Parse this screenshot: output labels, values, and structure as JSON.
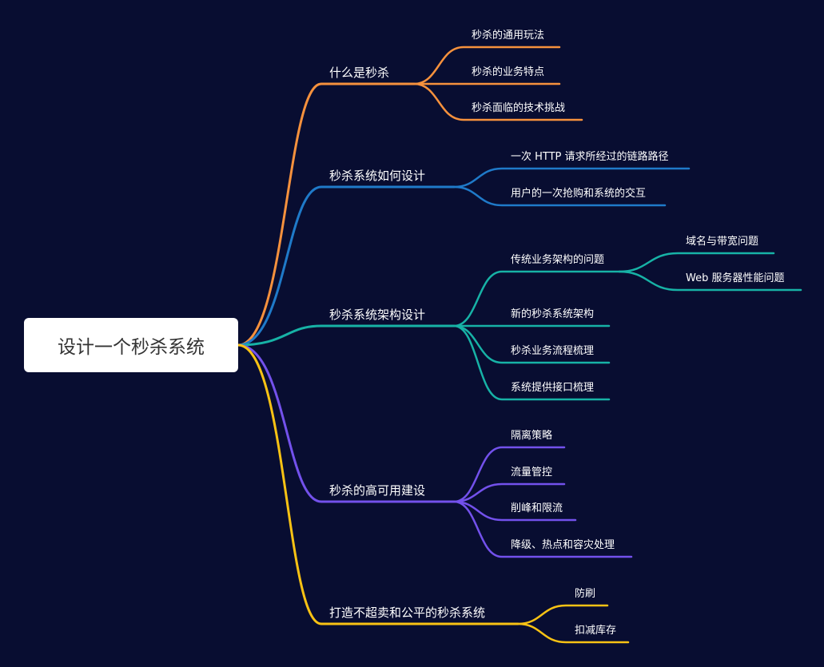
{
  "root": {
    "title": "设计一个秒杀系统"
  },
  "branches": [
    {
      "title": "什么是秒杀",
      "color": "#f6913d",
      "children": [
        {
          "title": "秒杀的通用玩法"
        },
        {
          "title": "秒杀的业务特点"
        },
        {
          "title": "秒杀面临的技术挑战"
        }
      ]
    },
    {
      "title": "秒杀系统如何设计",
      "color": "#1f7ac9",
      "children": [
        {
          "title": "一次 HTTP 请求所经过的链路路径"
        },
        {
          "title": "用户的一次抢购和系统的交互"
        }
      ]
    },
    {
      "title": "秒杀系统架构设计",
      "color": "#17b2a6",
      "children": [
        {
          "title": "传统业务架构的问题",
          "children": [
            {
              "title": "域名与带宽问题"
            },
            {
              "title": "Web 服务器性能问题"
            }
          ]
        },
        {
          "title": "新的秒杀系统架构"
        },
        {
          "title": "秒杀业务流程梳理"
        },
        {
          "title": "系统提供接口梳理"
        }
      ]
    },
    {
      "title": "秒杀的高可用建设",
      "color": "#7351ec",
      "children": [
        {
          "title": "隔离策略"
        },
        {
          "title": "流量管控"
        },
        {
          "title": "削峰和限流"
        },
        {
          "title": "降级、热点和容灾处理"
        }
      ]
    },
    {
      "title": "打造不超卖和公平的秒杀系统",
      "color": "#f8c214",
      "children": [
        {
          "title": "防刷"
        },
        {
          "title": "扣减库存"
        }
      ]
    }
  ]
}
